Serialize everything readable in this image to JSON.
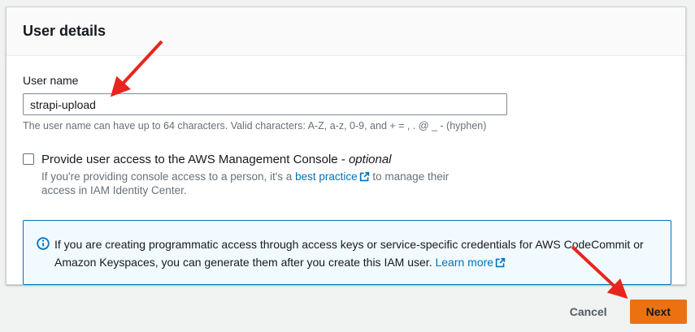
{
  "card": {
    "title": "User details",
    "form": {
      "user_name": {
        "label": "User name",
        "value": "strapi-upload",
        "constraint": "The user name can have up to 64 characters. Valid characters: A-Z, a-z, 0-9, and + = , . @ _ - (hyphen)"
      },
      "console_access": {
        "label": "Provide user access to the AWS Management Console -",
        "label_optional": "optional",
        "checked": false,
        "description_before_link": "If you're providing console access to a person, it's a",
        "link_text": "best practice",
        "description_after_link": "to manage their access in IAM Identity Center."
      }
    },
    "alert": {
      "icon": "info-icon",
      "text": "If you are creating programmatic access through access keys or service-specific credentials for AWS CodeCommit or Amazon Keyspaces, you can generate them after you create this IAM user.",
      "link_text": "Learn more"
    }
  },
  "footer": {
    "cancel_label": "Cancel",
    "next_label": "Next"
  },
  "colors": {
    "link_blue": "#0073bb",
    "alert_border": "#0073bb",
    "alert_background": "#f1faff",
    "primary_button_orange": "#ec7211",
    "annotation_red": "#e8251d"
  }
}
